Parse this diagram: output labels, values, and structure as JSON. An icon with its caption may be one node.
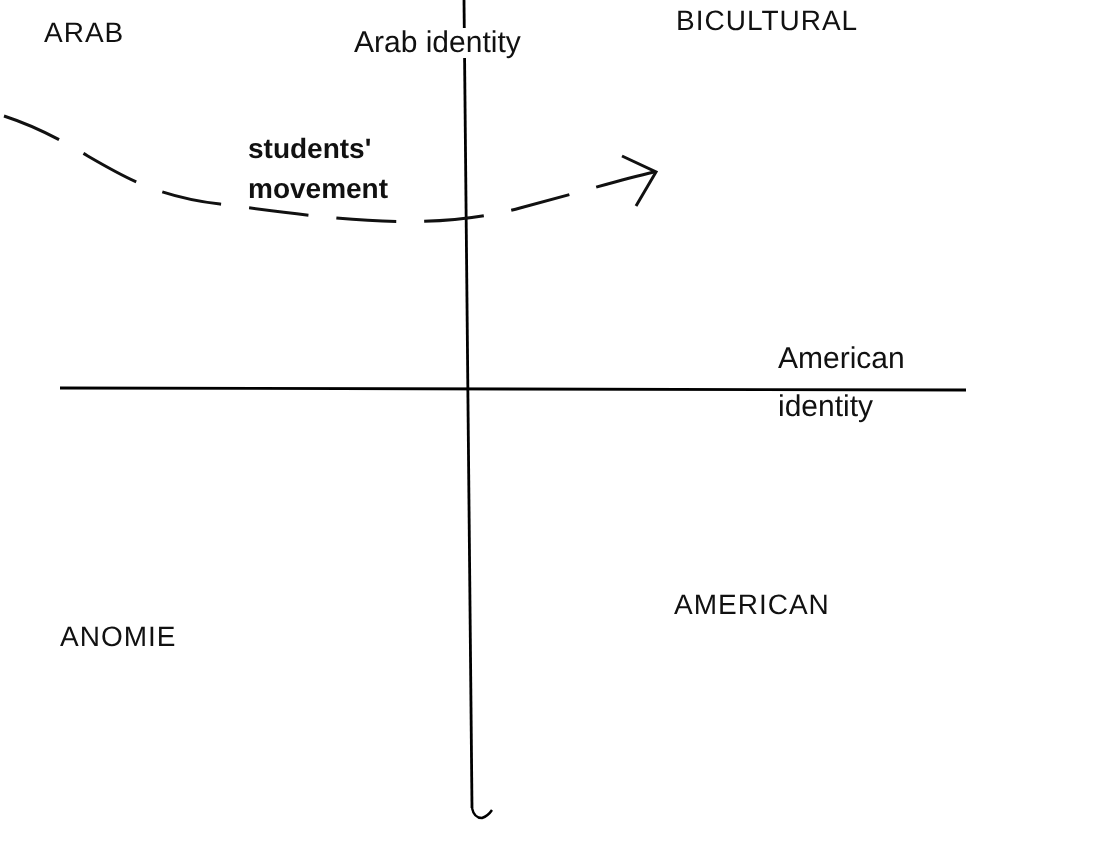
{
  "diagram": {
    "labels": [
      "ARAB",
      "Arab identity",
      "BICULTURAL",
      "students' movement",
      "American identity",
      "AMERICAN",
      "ANOMIE"
    ]
  }
}
